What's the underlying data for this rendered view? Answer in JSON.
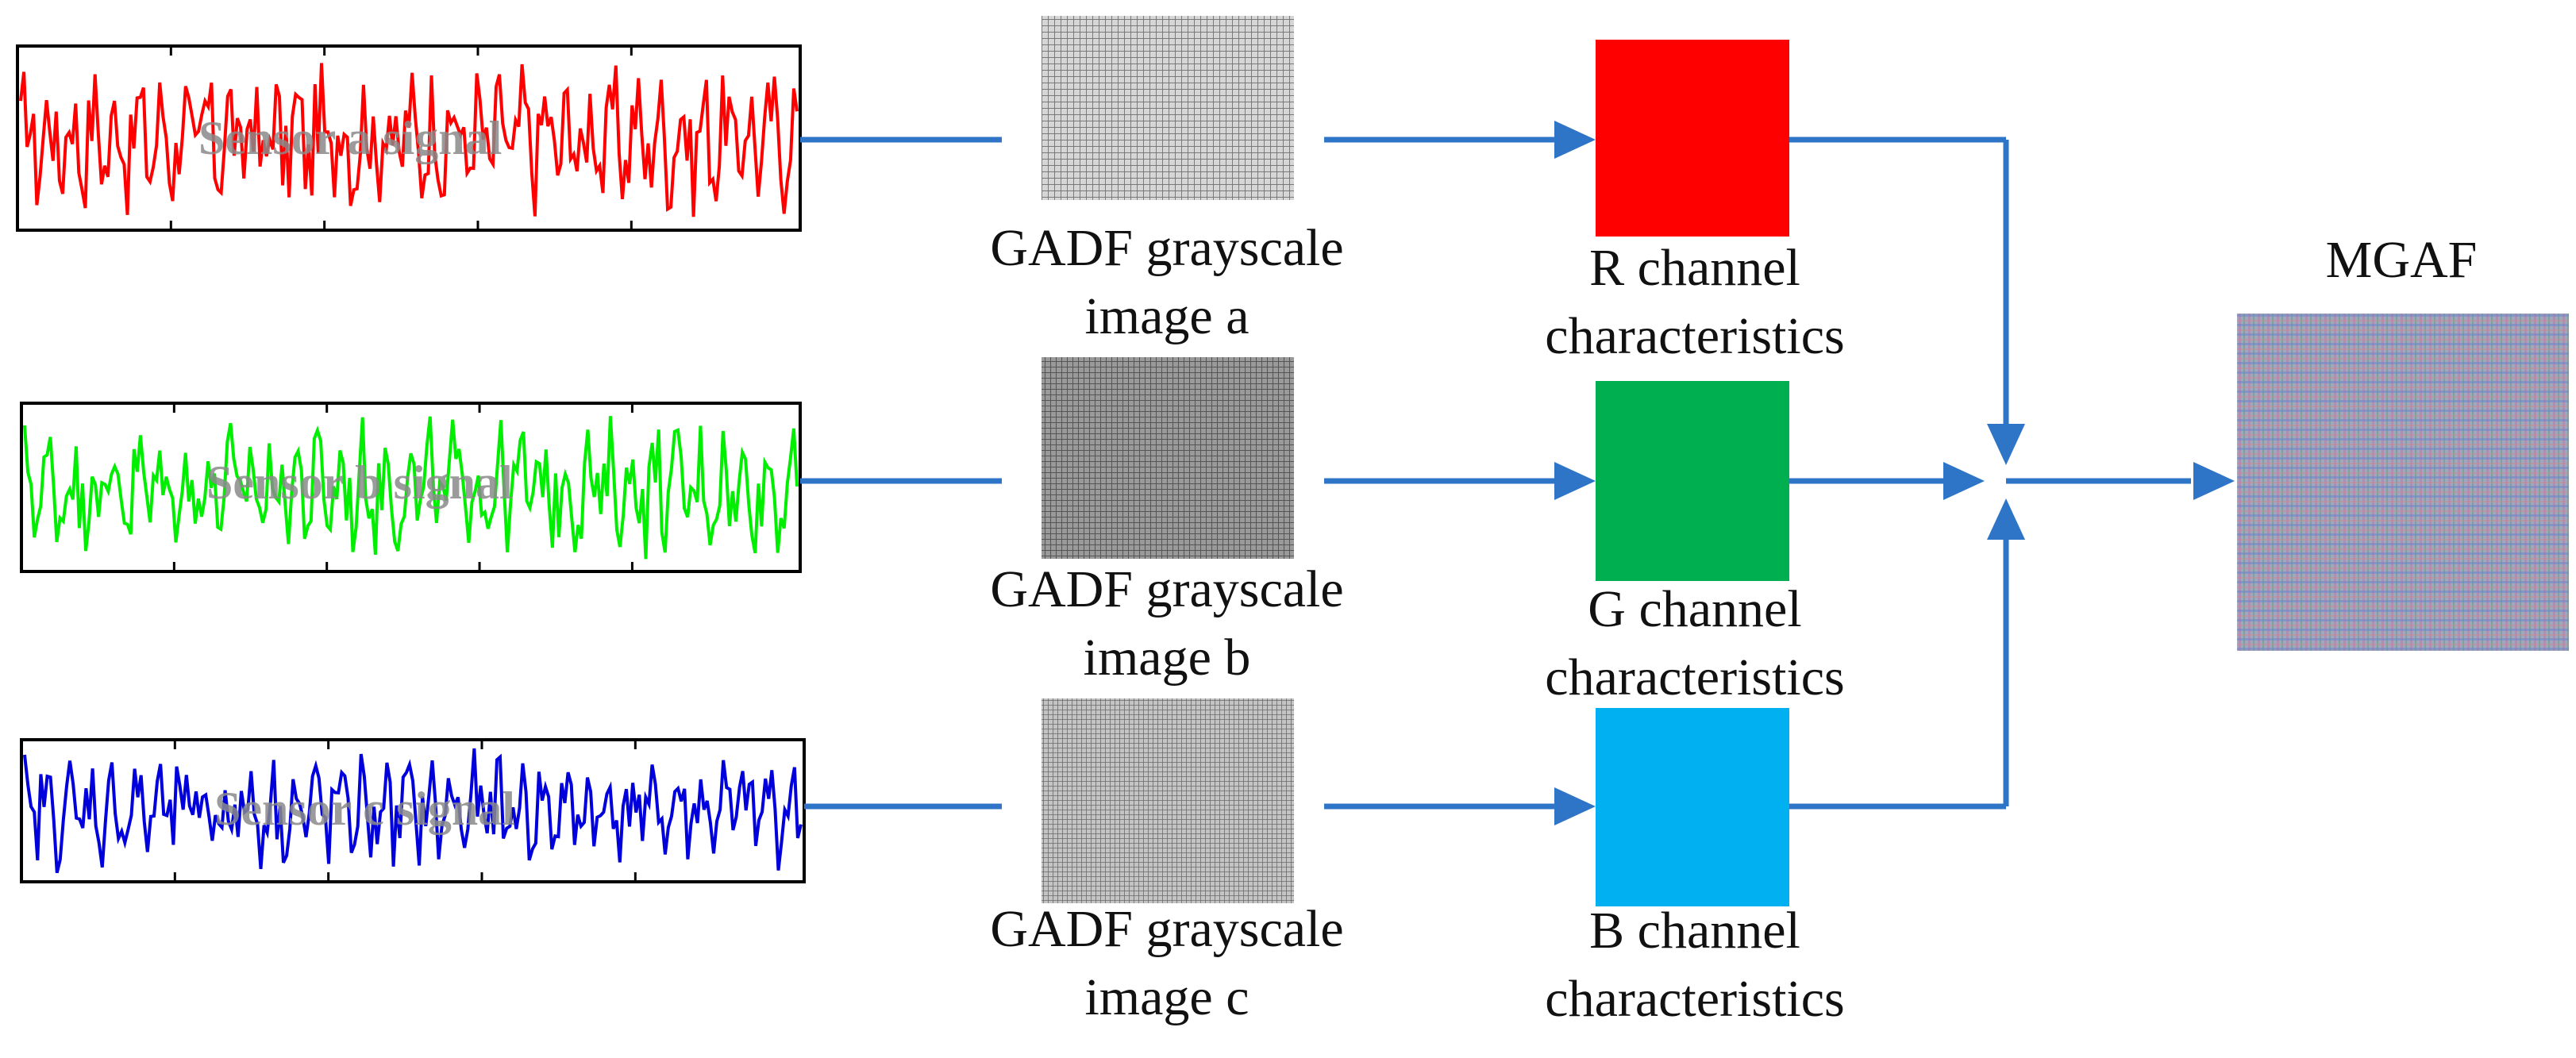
{
  "signals": [
    {
      "label": "Sensor a signal",
      "color": "#ff0000"
    },
    {
      "label": "Sensor b signal",
      "color": "#00ee00"
    },
    {
      "label": "Sensor c signal",
      "color": "#0000dd"
    }
  ],
  "gadf_images": [
    {
      "line1": "GADF grayscale",
      "line2": "image a"
    },
    {
      "line1": "GADF grayscale",
      "line2": "image b"
    },
    {
      "line1": "GADF grayscale",
      "line2": "image c"
    }
  ],
  "channels": [
    {
      "line1": "R channel",
      "line2": "characteristics",
      "color": "#ff0000"
    },
    {
      "line1": "G channel",
      "line2": "characteristics",
      "color": "#00b050"
    },
    {
      "line1": "B channel",
      "line2": "characteristics",
      "color": "#00b0f0"
    }
  ],
  "output": {
    "label": "MGAF"
  },
  "arrow_color": "#2e75c8"
}
